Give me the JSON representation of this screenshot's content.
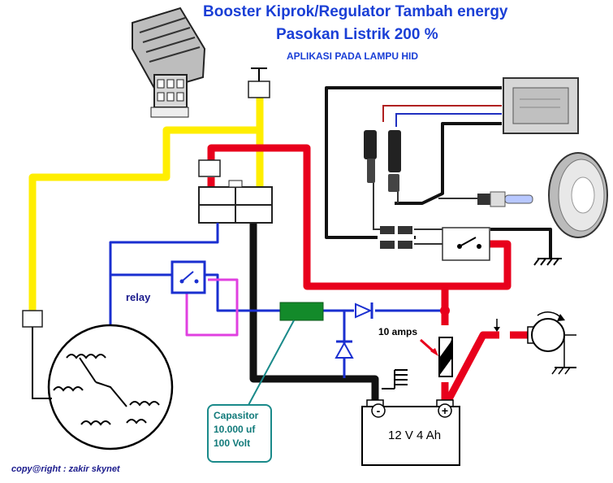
{
  "title": {
    "line1": "Booster Kiprok/Regulator Tambah energy",
    "line2": "Pasokan Listrik 200 %",
    "line3": "APLIKASI PADA LAMPU HID"
  },
  "labels": {
    "relay": "relay",
    "amps": "10 amps",
    "capacitor_line1": "Capasitor",
    "capacitor_line2": "10.000 uf",
    "capacitor_line3": "100 Volt",
    "battery": "12 V 4 Ah",
    "battery_minus": "-",
    "battery_plus": "+",
    "copyright": "copy@right : zakir skynet"
  },
  "colors": {
    "title": "#1a3fd6",
    "wire_yellow": "#ffee00",
    "wire_red": "#e8001c",
    "wire_black": "#111111",
    "wire_blue": "#1a2fd0",
    "wire_magenta": "#e040e0",
    "capacitor": "#138a2a"
  },
  "icons": [
    "regulator-rectifier-icon",
    "hid-ballast-icon",
    "headlamp-icon",
    "hid-bulb-icon",
    "starter-motor-icon",
    "stator-coil-icon",
    "ground-icon",
    "diode-icon",
    "fuse-icon",
    "switch-icon"
  ]
}
